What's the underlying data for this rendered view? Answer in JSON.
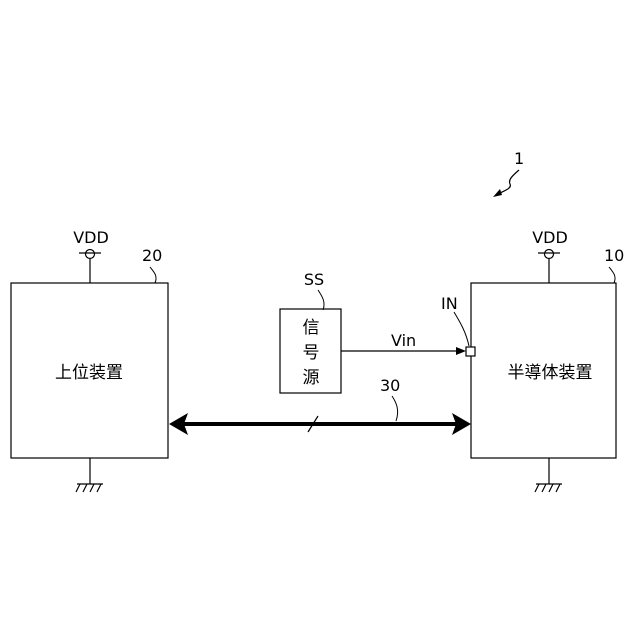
{
  "figure": {
    "system_ref": "1",
    "host": {
      "ref": "20",
      "label": "上位装置",
      "supply": "VDD"
    },
    "device": {
      "ref": "10",
      "label": "半導体装置",
      "supply": "VDD",
      "input_pin": "IN"
    },
    "signal_source": {
      "name": "SS",
      "label_chars": [
        "信",
        "号",
        "源"
      ]
    },
    "signal": "Vin",
    "bus_ref": "30"
  }
}
